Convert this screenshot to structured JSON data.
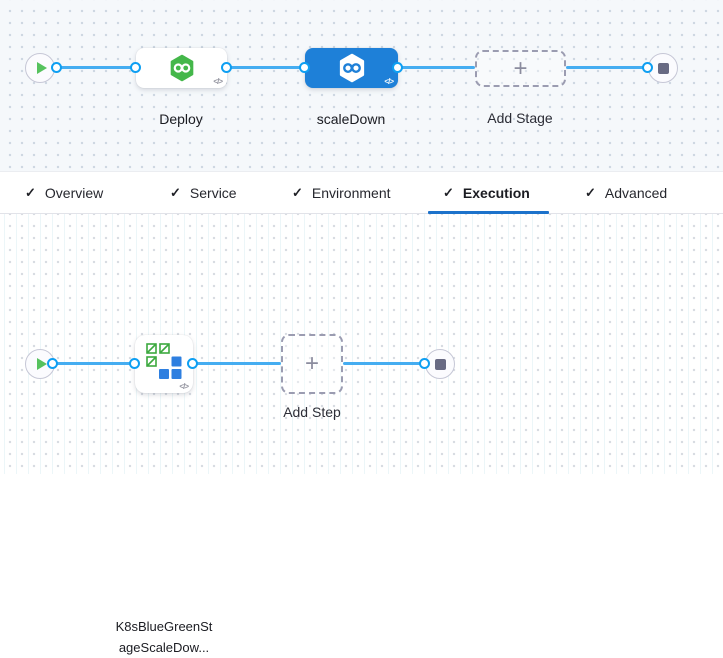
{
  "glyphs": {
    "plus": "+",
    "check": "✓",
    "code": "</>"
  },
  "stage_graph": {
    "stages": [
      {
        "label": "Deploy",
        "icon": "harness-cd-hexagon-icon",
        "selected": false
      },
      {
        "label": "scaleDown",
        "icon": "harness-cd-hexagon-icon",
        "selected": true
      }
    ],
    "add_stage_label": "Add Stage"
  },
  "tabs": {
    "active": "Execution",
    "items": [
      {
        "label": "Overview",
        "checked": true
      },
      {
        "label": "Service",
        "checked": true
      },
      {
        "label": "Environment",
        "checked": true
      },
      {
        "label": "Execution",
        "checked": true
      },
      {
        "label": "Advanced",
        "checked": true
      }
    ]
  },
  "execution_graph": {
    "step": {
      "name_line1": "K8sBlueGreenSt",
      "name_line2": "ageScaleDow...",
      "icon": "k8s-blue-green-scale-down-icon"
    },
    "add_step_label": "Add Step"
  },
  "colors": {
    "selected_stage_bg": "#1e80d8",
    "edge_blue": "#45adf1",
    "port_ring": "#0e9ff2",
    "active_tab_underline": "#1c72cb",
    "harness_green": "#44b74a",
    "k8s_blue": "#2e7fe0",
    "canvas_top_bg": "#f5f8fb",
    "canvas_bottom_bg": "#ffffff"
  }
}
